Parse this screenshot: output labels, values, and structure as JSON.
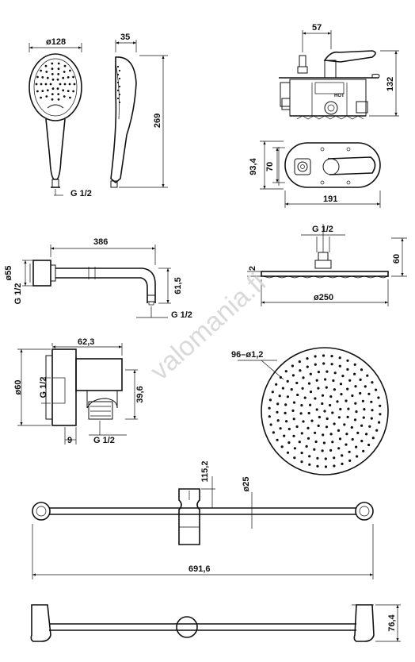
{
  "labels": {
    "hs_dia": "ø128",
    "hs_depth": "35",
    "hs_height": "269",
    "hs_thread": "G 1/2",
    "mix_57": "57",
    "mix_132": "132",
    "mix_hot": "HOT",
    "plate_934": "93,4",
    "plate_70": "70",
    "plate_191": "191",
    "arm_386": "386",
    "arm_dia": "ø55",
    "arm_thread_left": "G 1/2",
    "arm_615": "61,5",
    "arm_thread": "G 1/2",
    "head_thread": "G 1/2",
    "head_2": "2",
    "head_60": "60",
    "head_dia": "ø250",
    "elbow_623": "62,3",
    "elbow_thread_v": "G 1/2",
    "elbow_dia": "ø60",
    "elbow_396": "39,6",
    "elbow_9": "9",
    "elbow_thread": "G 1/2",
    "nozzles": "96–ø1,2",
    "rail_1152": "115,2",
    "rail_dia": "ø25",
    "rail_length": "691,6",
    "rail_764": "76,4"
  },
  "watermark": "valomania.fi"
}
